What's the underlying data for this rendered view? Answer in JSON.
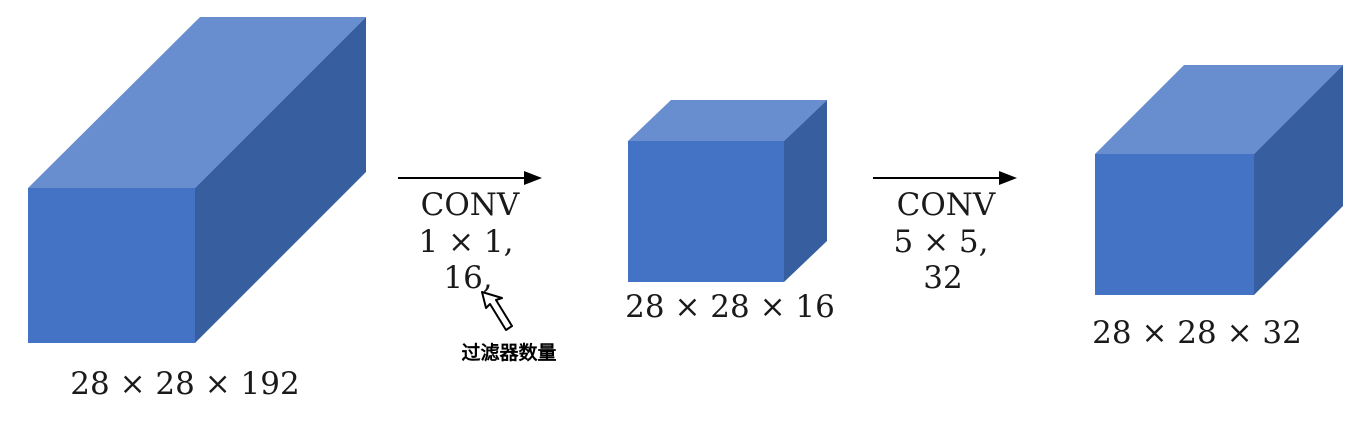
{
  "colors": {
    "front": "#4472c4",
    "top": "#698ed0",
    "side": "#375f9f",
    "arrow": "#000000",
    "text": "#1a1a1a"
  },
  "volumes": [
    {
      "id": "input",
      "label": "28 × 28 × 192"
    },
    {
      "id": "middle",
      "label": "28 × 28 × 16"
    },
    {
      "id": "output",
      "label": "28 × 28 × 32"
    }
  ],
  "ops": [
    {
      "id": "conv1",
      "line1": "CONV",
      "line2": "1 × 1,",
      "line3": "16,"
    },
    {
      "id": "conv2",
      "line1": "CONV",
      "line2": "5 × 5,",
      "line3": "32"
    }
  ],
  "annotation": {
    "text": "过滤器数量",
    "pointer_icon": "cursor-arrow-icon"
  }
}
